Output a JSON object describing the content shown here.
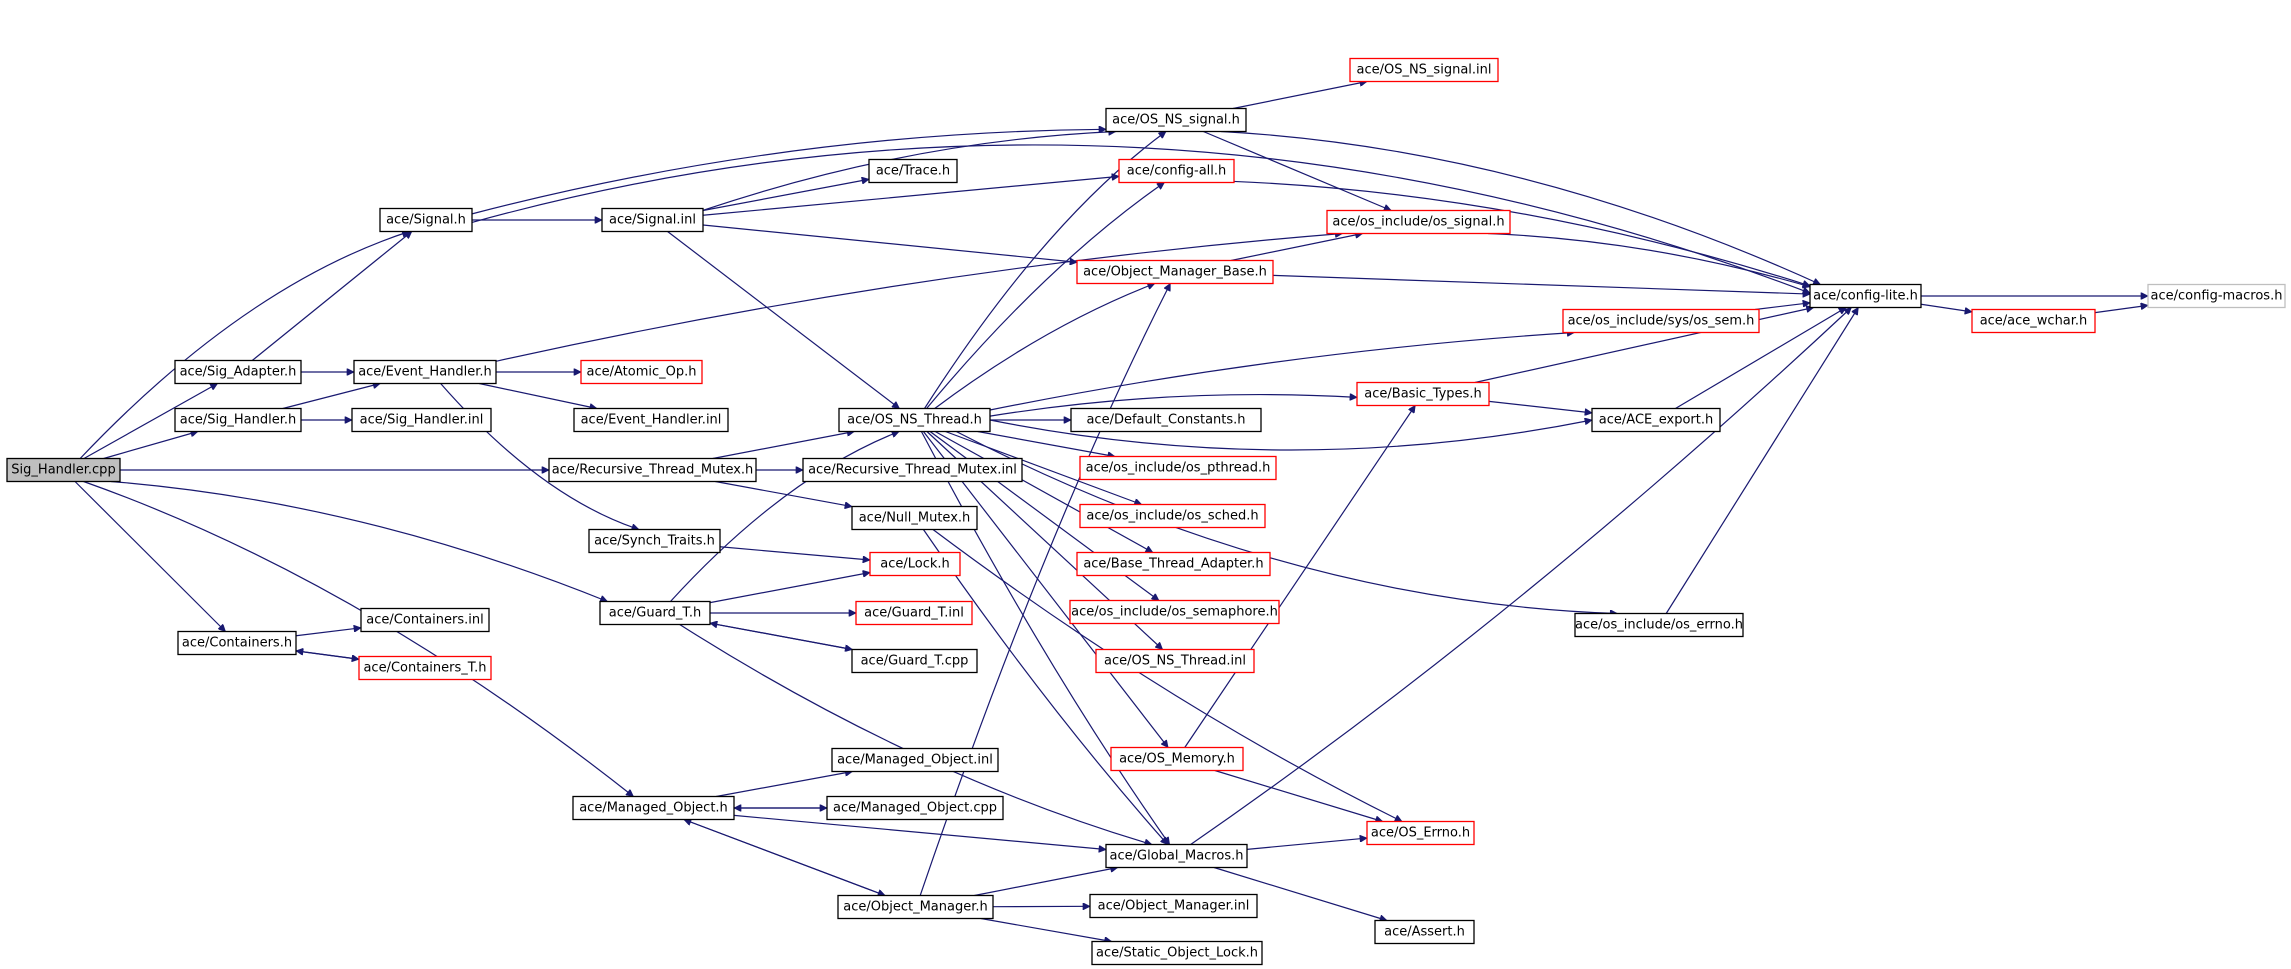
{
  "diagram": {
    "nodes": [
      {
        "id": "sig_handler_cpp",
        "label": "Sig_Handler.cpp",
        "style": "current"
      },
      {
        "id": "signal_h",
        "label": "ace/Signal.h",
        "style": "normal"
      },
      {
        "id": "sig_adapter_h",
        "label": "ace/Sig_Adapter.h",
        "style": "normal"
      },
      {
        "id": "sig_handler_h",
        "label": "ace/Sig_Handler.h",
        "style": "normal"
      },
      {
        "id": "containers_h",
        "label": "ace/Containers.h",
        "style": "normal"
      },
      {
        "id": "signal_inl",
        "label": "ace/Signal.inl",
        "style": "normal"
      },
      {
        "id": "event_handler_h",
        "label": "ace/Event_Handler.h",
        "style": "normal"
      },
      {
        "id": "sig_handler_inl",
        "label": "ace/Sig_Handler.inl",
        "style": "normal"
      },
      {
        "id": "atomic_op_h",
        "label": "ace/Atomic_Op.h",
        "style": "red"
      },
      {
        "id": "event_handler_inl",
        "label": "ace/Event_Handler.inl",
        "style": "normal"
      },
      {
        "id": "recursive_thread_mutex_h",
        "label": "ace/Recursive_Thread_Mutex.h",
        "style": "normal"
      },
      {
        "id": "synch_traits_h",
        "label": "ace/Synch_Traits.h",
        "style": "normal"
      },
      {
        "id": "guard_t_h",
        "label": "ace/Guard_T.h",
        "style": "normal"
      },
      {
        "id": "containers_inl",
        "label": "ace/Containers.inl",
        "style": "normal"
      },
      {
        "id": "containers_t_h",
        "label": "ace/Containers_T.h",
        "style": "red"
      },
      {
        "id": "managed_object_h",
        "label": "ace/Managed_Object.h",
        "style": "normal"
      },
      {
        "id": "os_ns_signal_h",
        "label": "ace/OS_NS_signal.h",
        "style": "normal"
      },
      {
        "id": "os_ns_signal_inl",
        "label": "ace/OS_NS_signal.inl",
        "style": "red"
      },
      {
        "id": "trace_h",
        "label": "ace/Trace.h",
        "style": "normal"
      },
      {
        "id": "config_all_h",
        "label": "ace/config-all.h",
        "style": "red"
      },
      {
        "id": "os_signal_h",
        "label": "ace/os_include/os_signal.h",
        "style": "red"
      },
      {
        "id": "object_manager_base_h",
        "label": "ace/Object_Manager_Base.h",
        "style": "red"
      },
      {
        "id": "os_ns_thread_h",
        "label": "ace/OS_NS_Thread.h",
        "style": "normal"
      },
      {
        "id": "recursive_thread_mutex_inl",
        "label": "ace/Recursive_Thread_Mutex.inl",
        "style": "normal"
      },
      {
        "id": "null_mutex_h",
        "label": "ace/Null_Mutex.h",
        "style": "normal"
      },
      {
        "id": "lock_h",
        "label": "ace/Lock.h",
        "style": "red"
      },
      {
        "id": "guard_t_inl",
        "label": "ace/Guard_T.inl",
        "style": "red"
      },
      {
        "id": "guard_t_cpp",
        "label": "ace/Guard_T.cpp",
        "style": "normal"
      },
      {
        "id": "managed_object_inl",
        "label": "ace/Managed_Object.inl",
        "style": "normal"
      },
      {
        "id": "managed_object_cpp",
        "label": "ace/Managed_Object.cpp",
        "style": "normal"
      },
      {
        "id": "object_manager_h",
        "label": "ace/Object_Manager.h",
        "style": "normal"
      },
      {
        "id": "default_constants_h",
        "label": "ace/Default_Constants.h",
        "style": "normal"
      },
      {
        "id": "os_pthread_h",
        "label": "ace/os_include/os_pthread.h",
        "style": "red"
      },
      {
        "id": "os_sched_h",
        "label": "ace/os_include/os_sched.h",
        "style": "red"
      },
      {
        "id": "base_thread_adapter_h",
        "label": "ace/Base_Thread_Adapter.h",
        "style": "red"
      },
      {
        "id": "os_semaphore_h",
        "label": "ace/os_include/os_semaphore.h",
        "style": "red"
      },
      {
        "id": "os_ns_thread_inl",
        "label": "ace/OS_NS_Thread.inl",
        "style": "red"
      },
      {
        "id": "os_memory_h",
        "label": "ace/OS_Memory.h",
        "style": "red"
      },
      {
        "id": "global_macros_h",
        "label": "ace/Global_Macros.h",
        "style": "normal"
      },
      {
        "id": "object_manager_inl",
        "label": "ace/Object_Manager.inl",
        "style": "normal"
      },
      {
        "id": "static_object_lock_h",
        "label": "ace/Static_Object_Lock.h",
        "style": "normal"
      },
      {
        "id": "os_sem_h",
        "label": "ace/os_include/sys/os_sem.h",
        "style": "red"
      },
      {
        "id": "basic_types_h",
        "label": "ace/Basic_Types.h",
        "style": "red"
      },
      {
        "id": "config_lite_h",
        "label": "ace/config-lite.h",
        "style": "normal"
      },
      {
        "id": "ace_export_h",
        "label": "ace/ACE_export.h",
        "style": "normal"
      },
      {
        "id": "os_errno_h",
        "label": "ace/os_include/os_errno.h",
        "style": "normal"
      },
      {
        "id": "os_errno_cap_h",
        "label": "ace/OS_Errno.h",
        "style": "red"
      },
      {
        "id": "assert_h",
        "label": "ace/Assert.h",
        "style": "normal"
      },
      {
        "id": "ace_wchar_h",
        "label": "ace/ace_wchar.h",
        "style": "red"
      },
      {
        "id": "config_macros_h",
        "label": "ace/config-macros.h",
        "style": "gray"
      }
    ]
  }
}
